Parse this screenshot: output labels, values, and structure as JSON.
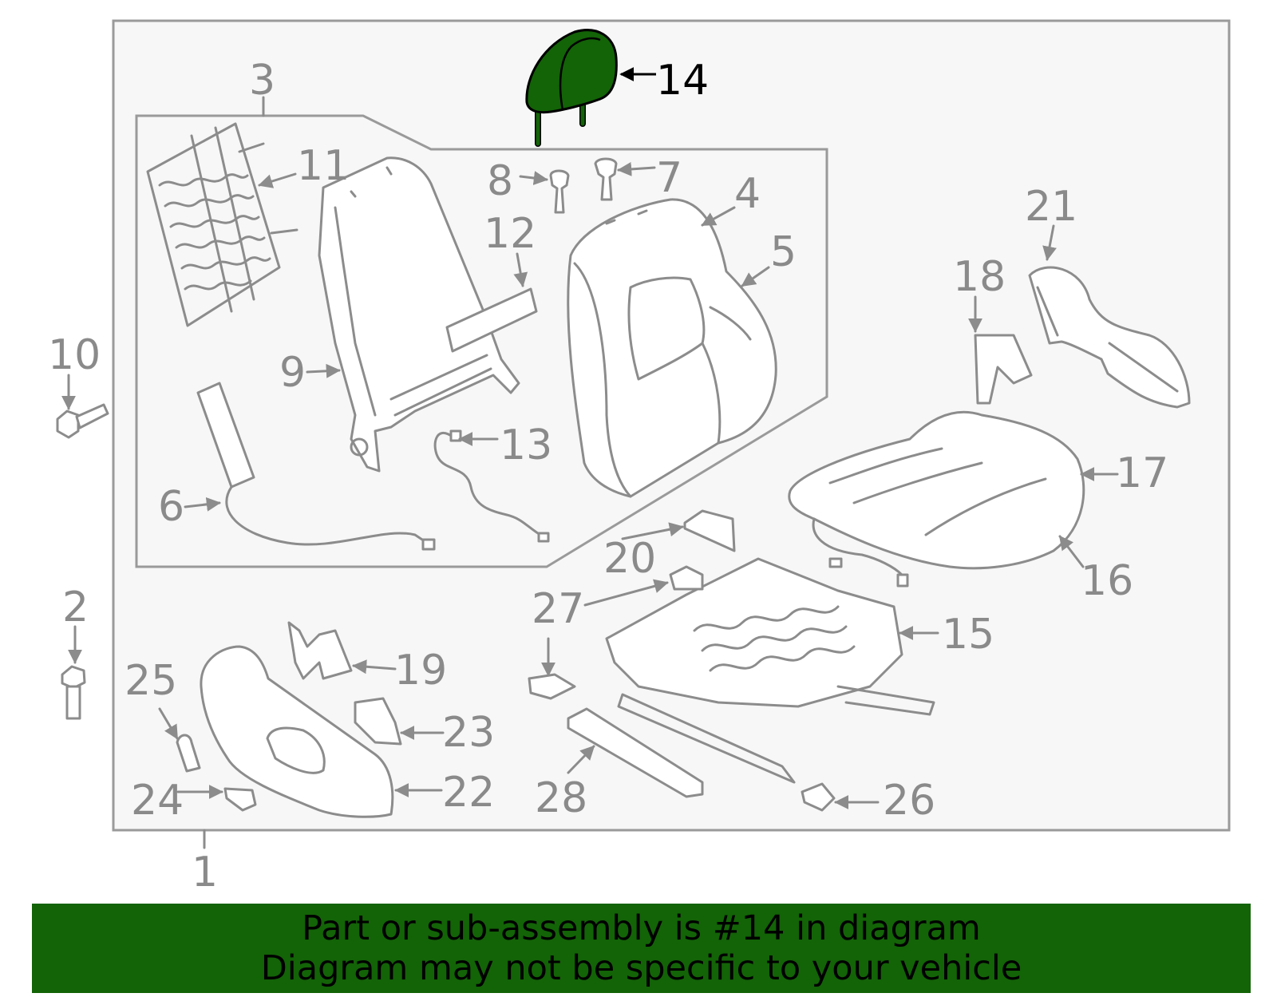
{
  "diagram": {
    "highlight_color": "#136307",
    "highlighted_part": "14",
    "callouts": [
      "1",
      "2",
      "3",
      "4",
      "5",
      "6",
      "7",
      "8",
      "9",
      "10",
      "11",
      "12",
      "13",
      "14",
      "15",
      "16",
      "17",
      "18",
      "19",
      "20",
      "21",
      "22",
      "23",
      "24",
      "25",
      "26",
      "27",
      "28"
    ]
  },
  "banner": {
    "line1": "Part or sub-assembly is #14 in diagram",
    "line2": "Diagram may not be specific to your vehicle",
    "background": "#136307"
  }
}
